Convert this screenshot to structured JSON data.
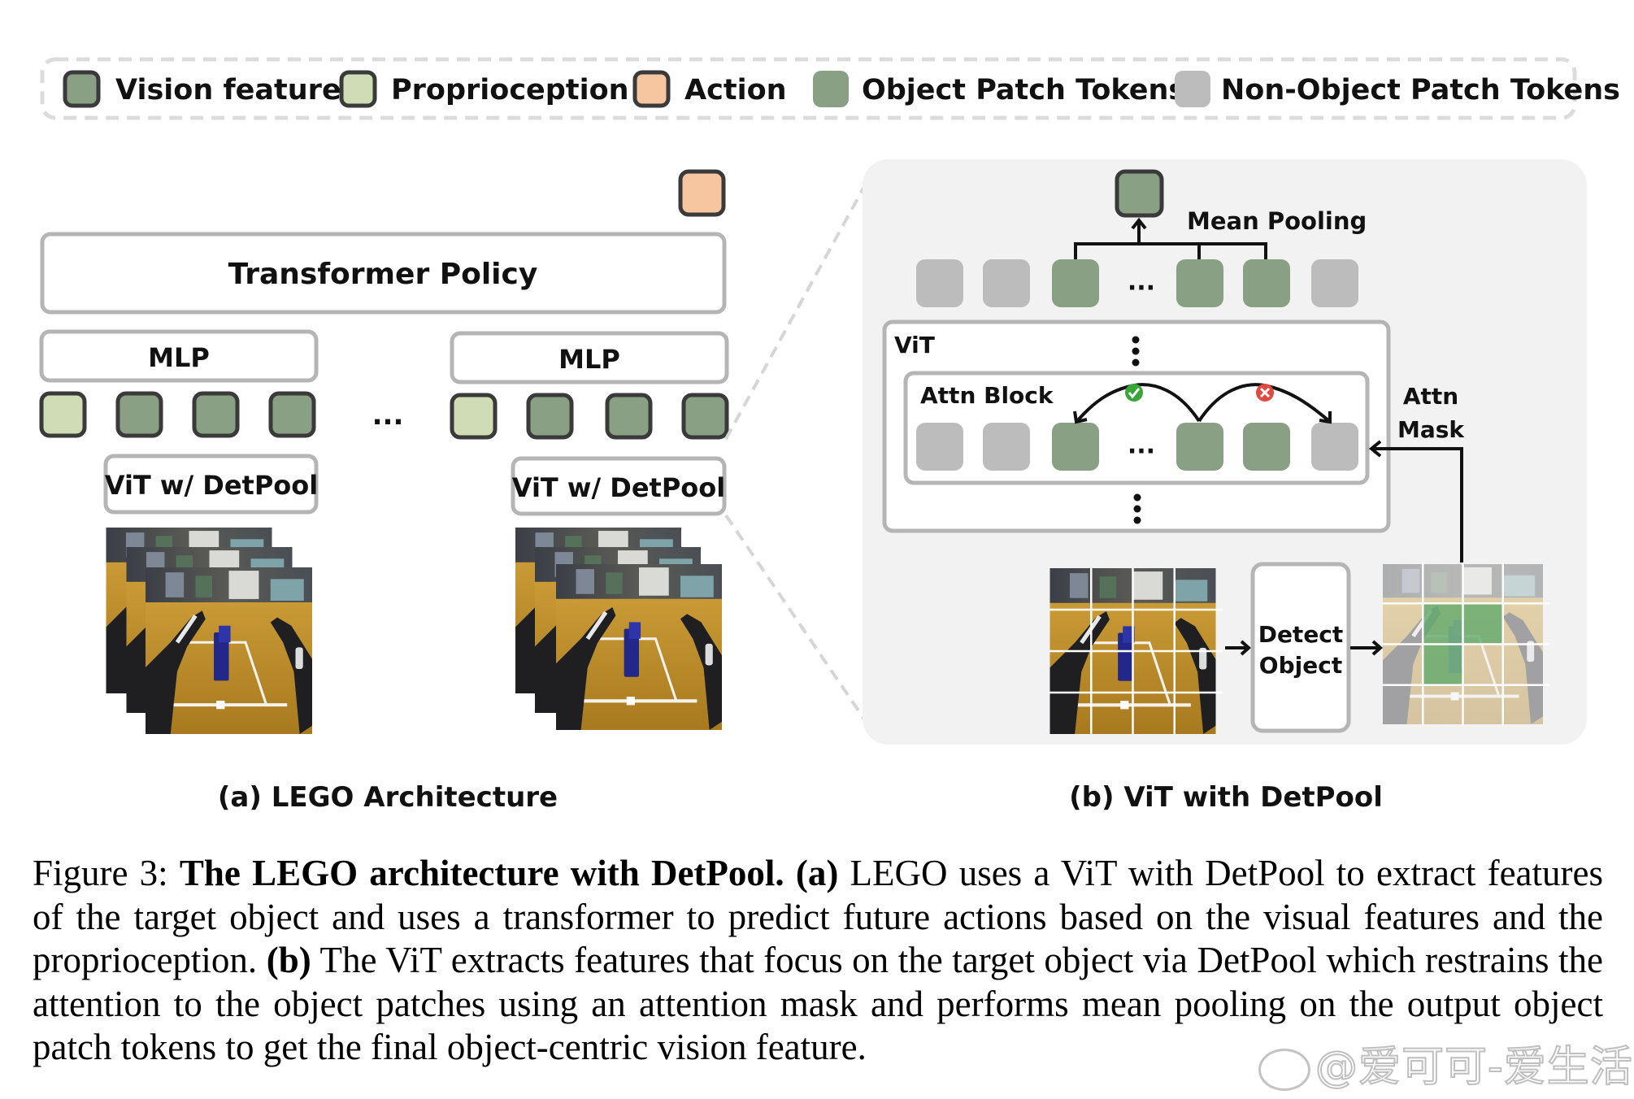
{
  "legend": {
    "items": [
      {
        "label": "Vision feature",
        "color": "#8aa085",
        "stroke": "#3a3a3a"
      },
      {
        "label": "Proprioception",
        "color": "#d0dcb6",
        "stroke": "#3a3a3a"
      },
      {
        "label": "Action",
        "color": "#f6c6a1",
        "stroke": "#3a3a3a"
      },
      {
        "label": "Object Patch Tokens",
        "color": "#8aa085",
        "stroke": "none"
      },
      {
        "label": "Non-Object Patch Tokens",
        "color": "#bcbcbc",
        "stroke": "none"
      }
    ]
  },
  "colors": {
    "vision": "#8aa085",
    "proprio": "#d0dcb6",
    "action": "#f6c6a1",
    "object_patch": "#8aa085",
    "non_object_patch": "#bcbcbc",
    "box_border": "#b5b5b5",
    "panel_bg": "#f2f2f2",
    "check": "#3aa63a",
    "cross": "#e04a40",
    "mask_highlight": "#5fa86a"
  },
  "panel_a": {
    "transformer_label": "Transformer Policy",
    "mlp_label": "MLP",
    "vit_label": "ViT w/ DetPool",
    "ellipsis": "...",
    "token_sequence": [
      "proprio",
      "vision",
      "vision",
      "vision"
    ],
    "caption": "(a) LEGO Architecture"
  },
  "panel_b": {
    "mean_pooling_label": "Mean Pooling",
    "vit_label": "ViT",
    "attn_block_label": "Attn Block",
    "attn_mask_label_line1": "Attn",
    "attn_mask_label_line2": "Mask",
    "detect_label_line1": "Detect",
    "detect_label_line2": "Object",
    "ellipsis": "...",
    "vertical_ellipsis": "⋮",
    "token_row": [
      "non_object",
      "non_object",
      "object",
      "ellipsis",
      "object",
      "object",
      "non_object"
    ],
    "attention_allowed": "check-icon",
    "attention_blocked": "cross-icon",
    "patch_grid": {
      "rows": 4,
      "cols": 4
    },
    "object_patches": [
      [
        1,
        1
      ],
      [
        1,
        2
      ],
      [
        2,
        1
      ]
    ],
    "caption": "(b) ViT with DetPool"
  },
  "figure_caption": {
    "prefix": "Figure 3: ",
    "title": "The LEGO architecture with DetPool.",
    "part_a_label": "(a)",
    "part_a_text": " LEGO uses a ViT with DetPool to extract features of the target object and uses a transformer to predict future actions based on the visual features and the proprioception. ",
    "part_b_label": "(b)",
    "part_b_text": " The ViT extracts features that focus on the target object via DetPool which restrains the attention to the object patches using an attention mask and performs mean pooling on the output object patch tokens to get the final object-centric vision feature."
  },
  "watermark": "@爱可可-爱生活"
}
